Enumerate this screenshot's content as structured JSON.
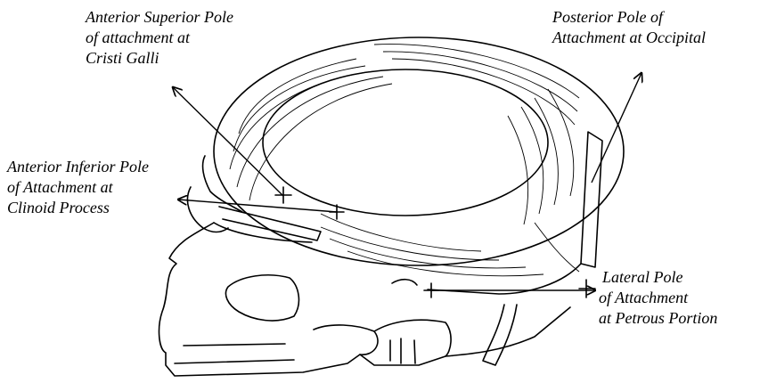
{
  "labels": {
    "anterior_superior": {
      "line1": "Anterior Superior Pole",
      "line2": "of attachment at",
      "line3": "Cristi Galli"
    },
    "posterior": {
      "line1": "Posterior Pole of",
      "line2": "Attachment at  Occipital"
    },
    "anterior_inferior": {
      "line1": "Anterior Inferior Pole",
      "line2": "of Attachment at",
      "line3": "Clinoid Process"
    },
    "lateral": {
      "line1": "Lateral Pole",
      "line2": "of Attachment",
      "line3": "at Petrous Portion"
    }
  },
  "colors": {
    "ink": "#000000",
    "background": "#ffffff"
  }
}
